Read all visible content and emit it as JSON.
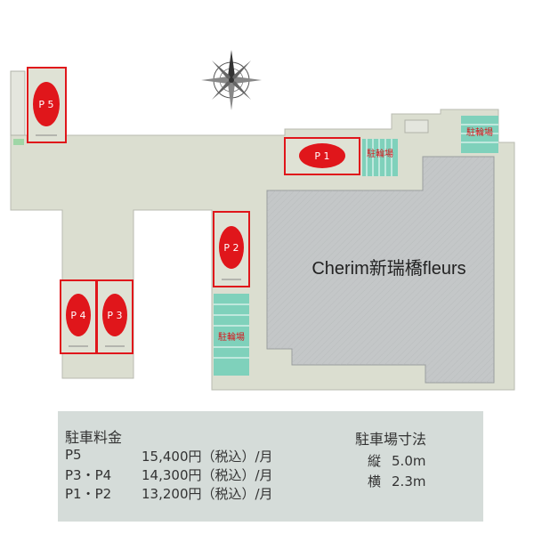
{
  "building": {
    "name": "Cherim新瑞橋fleurs"
  },
  "parking": [
    {
      "id": "P5",
      "label": "P 5"
    },
    {
      "id": "P1",
      "label": "P 1"
    },
    {
      "id": "P2",
      "label": "P 2"
    },
    {
      "id": "P4",
      "label": "P 4"
    },
    {
      "id": "P3",
      "label": "P 3"
    }
  ],
  "bike_parking": [
    {
      "label": "駐輪場"
    },
    {
      "label": "駐輪場"
    },
    {
      "label": "駐輪場"
    }
  ],
  "info": {
    "fee_title": "駐車料金",
    "fees": [
      {
        "code": "P5",
        "price": "15,400円（税込）/月"
      },
      {
        "code": "P3・P4",
        "price": "14,300円（税込）/月"
      },
      {
        "code": "P1・P2",
        "price": "13,200円（税込）/月"
      }
    ],
    "dim_title": "駐車場寸法",
    "dims": [
      {
        "label": "縦",
        "value": "5.0m"
      },
      {
        "label": "横",
        "value": "2.3m"
      }
    ]
  },
  "colors": {
    "site": "#dbded0",
    "building": "#c4c7c8",
    "spot_border": "#e0161b",
    "spot_oval": "#e0161b",
    "bike": "#7fd1bb",
    "text_red": "#d8141a"
  }
}
